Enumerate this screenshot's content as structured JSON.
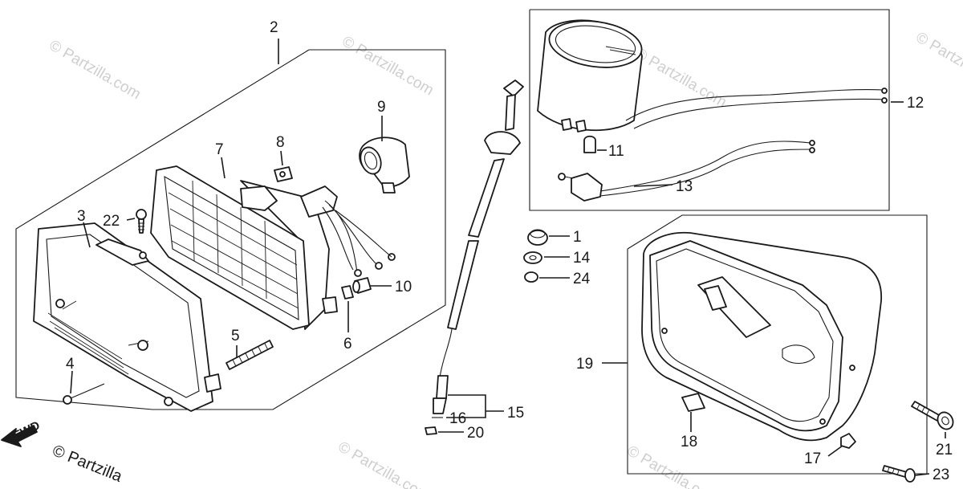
{
  "callouts": {
    "c1": "1",
    "c2": "2",
    "c3": "3",
    "c4": "4",
    "c5": "5",
    "c6": "6",
    "c7": "7",
    "c8": "8",
    "c9": "9",
    "c10": "10",
    "c11": "11",
    "c12": "12",
    "c13": "13",
    "c14": "14",
    "c15": "15",
    "c16": "16",
    "c17": "17",
    "c18": "18",
    "c19": "19",
    "c20": "20",
    "c21": "21",
    "c22": "22",
    "c23": "23",
    "c24": "24"
  },
  "direction_label": "FWD",
  "watermark": "© Partzilla.com",
  "copyright": "© Partzilla"
}
